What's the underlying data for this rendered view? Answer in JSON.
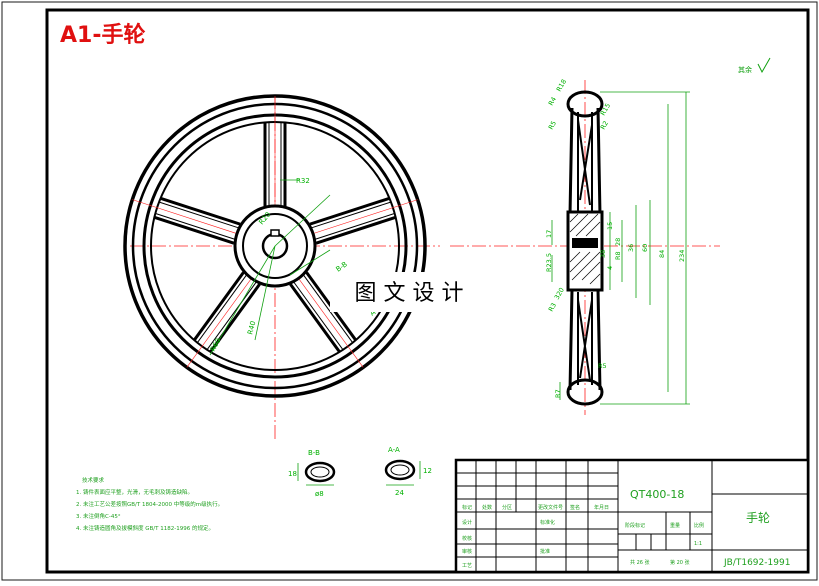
{
  "title": "A1-手轮",
  "watermark": "图 文 设 计",
  "roughness_note": "其余",
  "colors": {
    "title": "#e01010",
    "outline": "#000000",
    "centerline": "#ff2020",
    "dimension": "#10a010",
    "dimension_text": "#00b000",
    "table_text": "#20a020"
  },
  "section_views": [
    {
      "label": "B-B",
      "dim_w": "ø8",
      "dim_h": "18"
    },
    {
      "label": "A-A",
      "dim_w": "24",
      "dim_h": "12"
    }
  ],
  "front_view_labels": {
    "section_bb": "B-B",
    "section_aa": "A-A",
    "dim_r": "R32",
    "dim_a": "R60",
    "dim_b": "R40",
    "dim_c": "R20"
  },
  "side_view_dims": [
    "R18",
    "R4",
    "R5",
    "R15",
    "R2",
    "38",
    "R8",
    "28",
    "36",
    "60",
    "84",
    "234",
    "320",
    "R3",
    "R5",
    "R7",
    "R23.5",
    "17",
    "15",
    "4"
  ],
  "technical_notes": {
    "heading": "技术要求",
    "items": [
      "1. 铸件表面应平整，光滑，无毛刺及铸造缺陷。",
      "2. 未注工艺公差按照GB/T 1804-2000 中等级的m级执行。",
      "3. 未注倒角C-45°",
      "4. 未注铸造圆角及拔模斜度 GB/T 1182-1996 的规定。"
    ]
  },
  "title_block": {
    "material": "QT400-18",
    "part_name": "手轮",
    "standard": "JB/T1692-1991",
    "scale_label": "比例",
    "scale": "1:1",
    "weight_label": "重量",
    "stage_label": "阶段标记",
    "sheet_total": "共 26 张",
    "sheet_no": "第 20 张",
    "row_labels": [
      "设计",
      "校核",
      "审核",
      "工艺"
    ],
    "header_cells": [
      "标记",
      "处数",
      "分区",
      "更改文件号",
      "签名",
      "年月日"
    ],
    "std_label": "标准化",
    "approve_label": "批准"
  }
}
